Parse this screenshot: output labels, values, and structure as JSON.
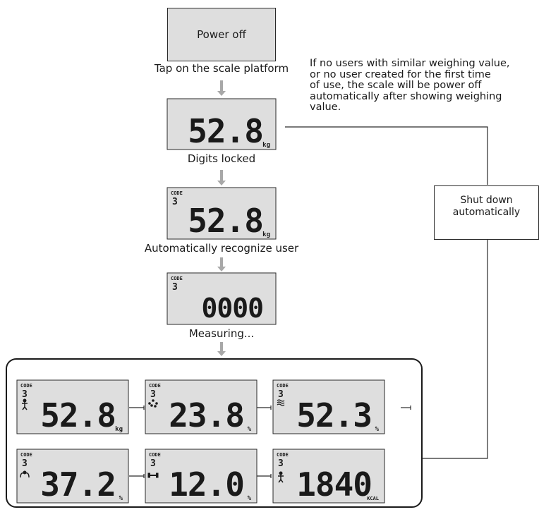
{
  "power_off": "Power off",
  "tap_label": "Tap on the scale platform",
  "digits_locked": "Digits locked",
  "recognize_user": "Automatically recognize user",
  "measuring": "Measuring...",
  "note_text": "If no users with similar weighing value,\nor no user created for the first time\nof use, the scale will be power off\nautomatically after showing weighing\nvalue.",
  "shut_down": "Shut down\nautomatically",
  "displays": {
    "weight": {
      "value": "52.8",
      "unit": "kg",
      "code": "",
      "user": ""
    },
    "weight_user": {
      "value": "52.8",
      "unit": "kg",
      "code": "CODE",
      "user": "3"
    },
    "measuring": {
      "value": "0000",
      "unit": "",
      "code": "CODE",
      "user": "3"
    }
  },
  "results": [
    {
      "value": "52.8",
      "unit": "kg",
      "code": "CODE",
      "user": "3",
      "icon": "person-icon"
    },
    {
      "value": "23.8",
      "unit": "%",
      "code": "CODE",
      "user": "3",
      "icon": "body-fat-icon"
    },
    {
      "value": "52.3",
      "unit": "%",
      "code": "CODE",
      "user": "3",
      "icon": "water-icon"
    },
    {
      "value": "37.2",
      "unit": "%",
      "code": "CODE",
      "user": "3",
      "icon": "muscle-icon"
    },
    {
      "value": "12.0",
      "unit": "%",
      "code": "CODE",
      "user": "3",
      "icon": "bone-icon"
    },
    {
      "value": "1840",
      "unit": "KCAL",
      "code": "CODE",
      "user": "3",
      "icon": "person-icon"
    }
  ]
}
